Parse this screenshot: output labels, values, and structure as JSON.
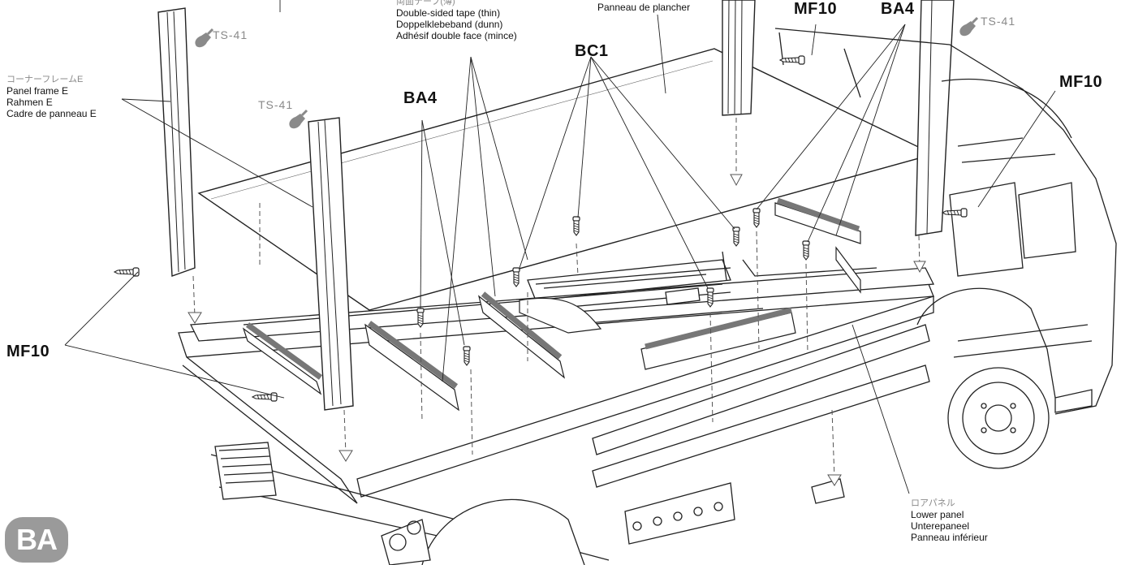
{
  "labels": {
    "corner_frame": {
      "jp": "コーナーフレームE",
      "en": "Panel frame E",
      "de": "Rahmen E",
      "fr": "Cadre de panneau E"
    },
    "tape": {
      "jp": "両面テープ(薄)",
      "en": "Double-sided tape (thin)",
      "de": "Doppelklebeband (dunn)",
      "fr": "Adhésif double face (mince)"
    },
    "floor_panel": {
      "fr": "Panneau de plancher"
    },
    "lower_panel": {
      "jp": "ロアパネル",
      "en": "Lower panel",
      "de": "Unterepaneel",
      "fr": "Panneau inférieur"
    }
  },
  "paint_codes": [
    "TS-41",
    "TS-41",
    "TS-41"
  ],
  "parts": {
    "ba4_left": "BA4",
    "ba4_right": "BA4",
    "bc1": "BC1",
    "mf10_left": "MF10",
    "mf10_top": "MF10",
    "mf10_right": "MF10"
  },
  "bag": "BA",
  "icons": [
    "paint-brush-icon",
    "screw-icon"
  ]
}
